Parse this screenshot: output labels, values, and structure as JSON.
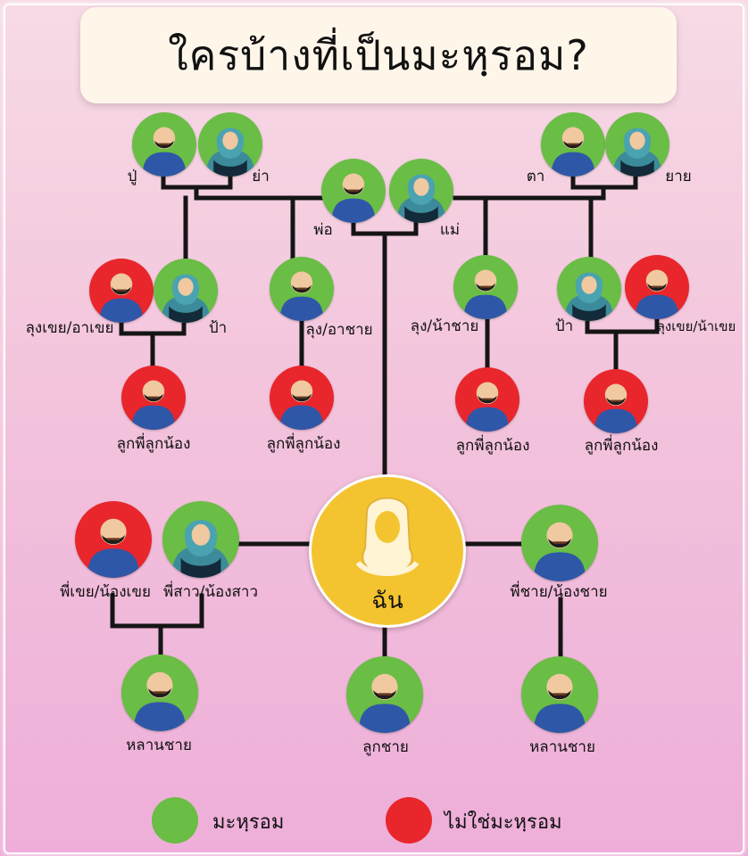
{
  "title": "ใครบ้างที่เป็นมะหฺรอม?",
  "colors": {
    "mahram": "#6abd45",
    "not_mahram": "#e8262c",
    "me": "#f4c430",
    "line": "#151515"
  },
  "people": {
    "grandfather_paternal": "ปู่",
    "grandmother_paternal": "ย่า",
    "grandfather_maternal": "ตา",
    "grandmother_maternal": "ยาย",
    "father": "พ่อ",
    "mother": "แม่",
    "uncle_in_law_paternal": "ลุงเขย/อาเขย",
    "aunt_paternal": "ป้า",
    "uncle_paternal": "ลุง/อาชาย",
    "uncle_maternal": "ลุง/น้าชาย",
    "aunt_maternal": "ป้า",
    "uncle_in_law_maternal": "ลุงเขย/น้าเขย",
    "cousin_1": "ลูกพี่ลูกน้อง",
    "cousin_2": "ลูกพี่ลูกน้อง",
    "cousin_3": "ลูกพี่ลูกน้อง",
    "cousin_4": "ลูกพี่ลูกน้อง",
    "brother_in_law": "พี่เขย/น้องเขย",
    "sister": "พี่สาว/น้องสาว",
    "me": "ฉัน",
    "brother": "พี่ชาย/น้องชาย",
    "nephew_sister": "หลานชาย",
    "son": "ลูกชาย",
    "nephew_brother": "หลานชาย"
  },
  "legend": {
    "mahram": "มะหฺรอม",
    "not_mahram": "ไม่ใช่มะหฺรอม"
  }
}
